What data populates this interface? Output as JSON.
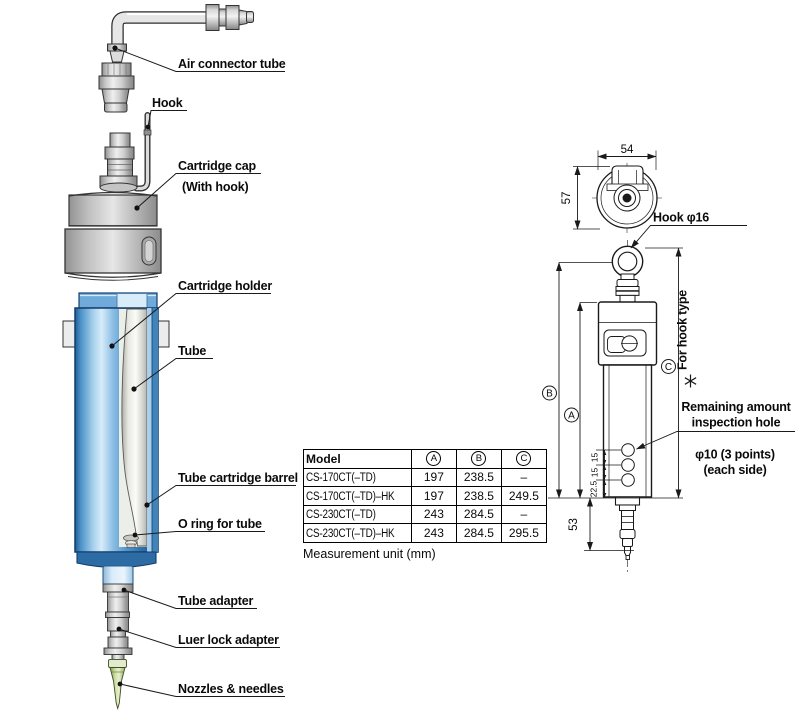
{
  "part_labels": {
    "air_connector_tube": "Air connector tube",
    "hook": "Hook",
    "cartridge_cap": "Cartridge cap",
    "cartridge_cap_sub": "(With hook)",
    "cartridge_holder": "Cartridge holder",
    "tube": "Tube",
    "tube_cartridge_barrel": "Tube cartridge barrel",
    "o_ring_for_tube": "O ring for tube",
    "tube_adapter": "Tube adapter",
    "luer_lock_adapter": "Luer lock adapter",
    "nozzles_needles": "Nozzles & needles"
  },
  "spec_table": {
    "headers": {
      "model": "Model",
      "a": "A",
      "b": "B",
      "c": "C"
    },
    "rows": [
      {
        "model": "CS-170CT(–TD)",
        "a": "197",
        "b": "238.5",
        "c": "–"
      },
      {
        "model": "CS-170CT(–TD)–HK",
        "a": "197",
        "b": "238.5",
        "c": "249.5"
      },
      {
        "model": "CS-230CT(–TD)",
        "a": "243",
        "b": "284.5",
        "c": "–"
      },
      {
        "model": "CS-230CT(–TD)–HK",
        "a": "243",
        "b": "284.5",
        "c": "295.5"
      }
    ],
    "note": "Measurement unit (mm)"
  },
  "drawing": {
    "top_view": {
      "width_mm": "54",
      "height_mm": "57"
    },
    "hook_label": "Hook φ16",
    "dim_letters": {
      "a": "A",
      "b": "B",
      "c": "C"
    },
    "hook_type_mark_icon": "reference-asterisk",
    "hook_type_note": "For hook type",
    "inspection_label_1": "Remaining amount",
    "inspection_label_2": "inspection hole",
    "inspection_detail_1": "φ10 (3 points)",
    "inspection_detail_2": "(each side)",
    "hole_pitch_1": "15",
    "hole_pitch_2": "15",
    "hole_offset": "22.5",
    "bottom_length": "53"
  },
  "colors": {
    "holder_blue": "#4a8ec6",
    "holder_blue_dark": "#1b4c80",
    "metal_gray": "#c8c8c8",
    "nozzle_green": "#a9c178",
    "line_black": "#1a1a1a"
  }
}
